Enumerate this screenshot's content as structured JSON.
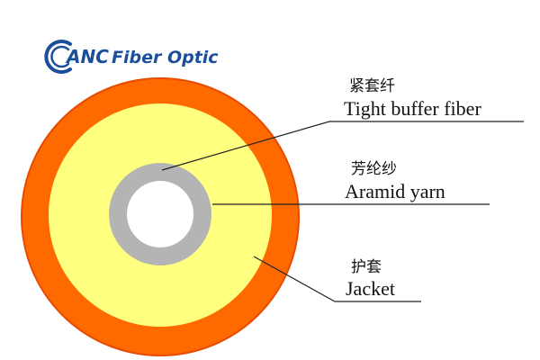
{
  "logo": {
    "mark_text": "ANC",
    "brand_text": "Fiber Optic",
    "color": "#1b4f9c"
  },
  "cable": {
    "jacket_color": "#ff6a00",
    "jacket_edge_color": "#e84a00",
    "yarn_color": "#ffff80",
    "buffer_color": "#b4b4b4",
    "core_color": "#ffffff"
  },
  "labels": {
    "buffer": {
      "cn": "紧套纤",
      "en": "Tight buffer fiber"
    },
    "yarn": {
      "cn": "芳纶纱",
      "en": "Aramid yarn"
    },
    "jacket": {
      "cn": "护套",
      "en": "Jacket"
    }
  }
}
